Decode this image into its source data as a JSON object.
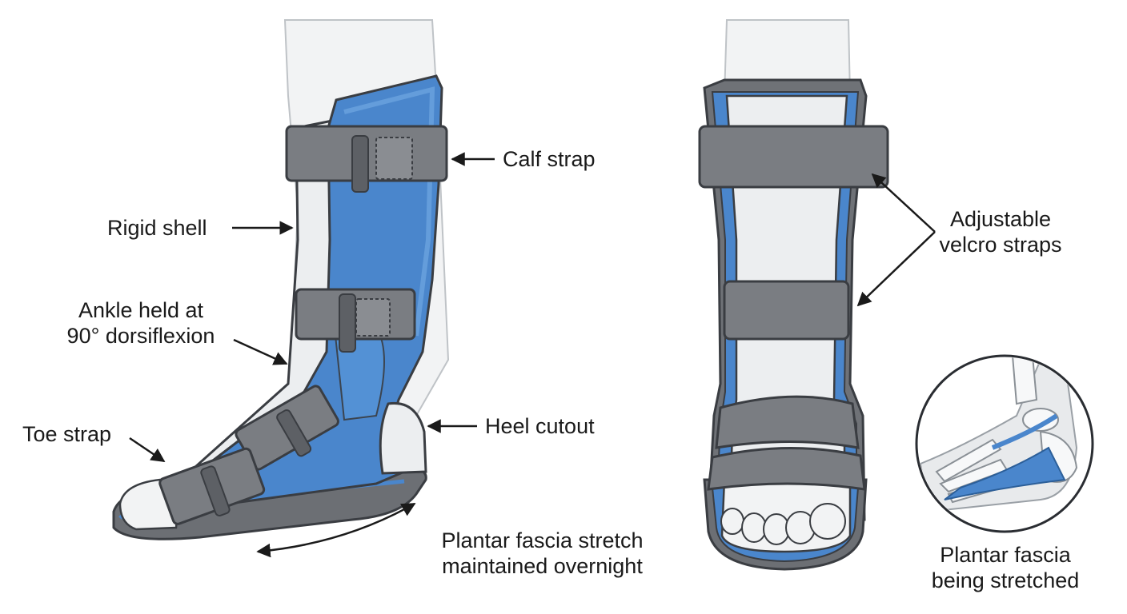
{
  "labels": {
    "calf_strap": "Calf strap",
    "rigid_shell": "Rigid shell",
    "ankle_held": [
      "Ankle held at",
      "90° dorsiflexion"
    ],
    "toe_strap": "Toe strap",
    "heel_cutout": "Heel cutout",
    "plantar_stretch": [
      "Plantar fascia stretch",
      "maintained overnight"
    ],
    "adjustable_straps": [
      "Adjustable",
      "velcro straps"
    ],
    "fascia_stretched": [
      "Plantar fascia",
      "being stretched"
    ]
  },
  "colors": {
    "shell_blue": "#4a86cc",
    "shell_blue_light": "#6aa3de",
    "strap_gray": "#7a7d82",
    "strap_dark": "#5d6065",
    "liner": "#eceef0",
    "skin": "#f2f3f4",
    "outline": "#3a3d42",
    "text": "#1a1a1a"
  }
}
